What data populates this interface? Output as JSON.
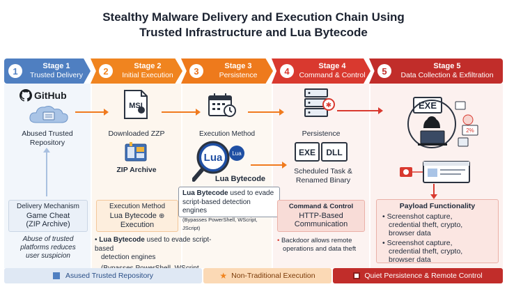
{
  "title": {
    "line1": "Stealthy Malware Delivery and Execution Chain Using",
    "line2": "Trusted Infrastructure and Lua Bytecode"
  },
  "colors": {
    "blue": "#4f7fc1",
    "orange": "#f0841f",
    "orange_dark": "#e8701b",
    "red": "#d9392f",
    "red_dark": "#c12d2a",
    "blue_bg": "#eef3fa",
    "orange_bg": "#fdf1e3",
    "red_bg": "#fbe9e7"
  },
  "stages": [
    {
      "num": "1",
      "stage": "Stage 1",
      "name": "Trusted Delivery"
    },
    {
      "num": "2",
      "stage": "Stage 2",
      "name": "Initial Execution"
    },
    {
      "num": "3",
      "stage": "Stage 3",
      "name": "Persistence"
    },
    {
      "num": "4",
      "stage": "Stage 4",
      "name": "Command & Control"
    },
    {
      "num": "5",
      "stage": "Stage 5",
      "name": "Data Collection & Exfiltration"
    }
  ],
  "stage1": {
    "github": "GitHub",
    "repo_line1": "Abused Trusted",
    "repo_line2": "Repository",
    "box_head": "Delivery Mechanism",
    "box_line1": "Game Cheat",
    "box_line2": "(ZIP Archive)",
    "note_line1": "Abuse of trusted",
    "note_line2": "platforms reduces",
    "note_line3": "user suspicion"
  },
  "stage2": {
    "msi": "MSI",
    "downloaded": "Downloaded ZZP",
    "zip": "ZIP Archive",
    "box_head": "Execution Method",
    "box_line1": "Lua Bytecode",
    "box_line2": "Execution",
    "note_bold": "Lua Bytecode",
    "note_rest1": " used to evade script-based",
    "note_rest2": "detection engines",
    "note_line3": "(Bypasses PowerShell, WScript, JScript)"
  },
  "stage3": {
    "exec_method": "Execution Method",
    "lua_big": "Lua",
    "lua_small": "Lua",
    "lua_label": "Lua Bytecode",
    "tip_bold": "Lua Bytecode",
    "tip_rest1": " used to evade",
    "tip_line2": "script-based detection engines",
    "tip_line3": "(Bypasses PowerShell, WScript, JScript)"
  },
  "stage4": {
    "persistence": "Persistence",
    "exe": "EXE",
    "dll": "DLL",
    "sched_line1": "Scheduled Task &",
    "sched_line2": "Renamed Binary",
    "box_head": "Command & Control",
    "box_line1": "HTTP-Based",
    "box_line2": "Communication",
    "note_line1": "Backdoor allows remote",
    "note_line2": "operations and data theft"
  },
  "stage5": {
    "exe": "EXE",
    "percent": "2%",
    "box_head": "Payload Functionality",
    "item1_line1": "Screenshot capture,",
    "item1_line2": "credential theft, crypto,",
    "item1_line3": "browser data",
    "item2_line1": "Screenshot capture,",
    "item2_line2": "credential theft, crypto,",
    "item2_line3": "browser data"
  },
  "legend": [
    {
      "label": "Asused Trusted Repository"
    },
    {
      "label": "Non-Traditional Execution"
    },
    {
      "label": "Quiet Persistence & Remote Control"
    }
  ]
}
